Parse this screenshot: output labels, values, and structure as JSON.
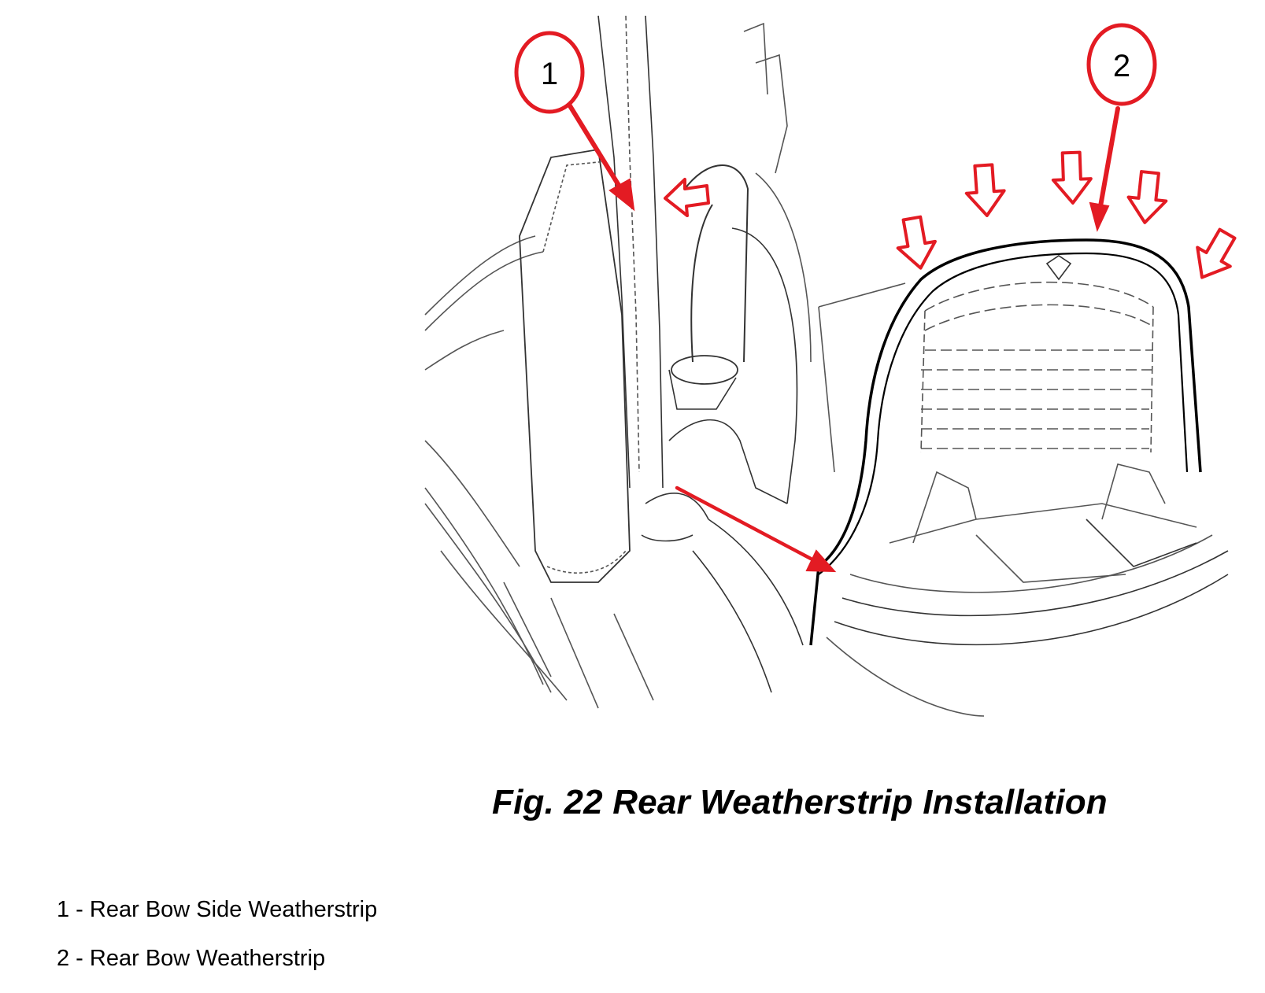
{
  "figure": {
    "caption": "Fig. 22 Rear Weatherstrip Installation"
  },
  "callouts": [
    {
      "number": "1"
    },
    {
      "number": "2"
    }
  ],
  "legend": [
    {
      "number": "1",
      "label": "1 - Rear Bow Side Weatherstrip"
    },
    {
      "number": "2",
      "label": "2 - Rear Bow Weatherstrip"
    }
  ],
  "colors": {
    "accent": "#e31b23",
    "line": "#000000",
    "line_light": "#8a8a8a"
  },
  "icons": [
    "press-down-arrow-icon",
    "press-left-arrow-icon"
  ]
}
